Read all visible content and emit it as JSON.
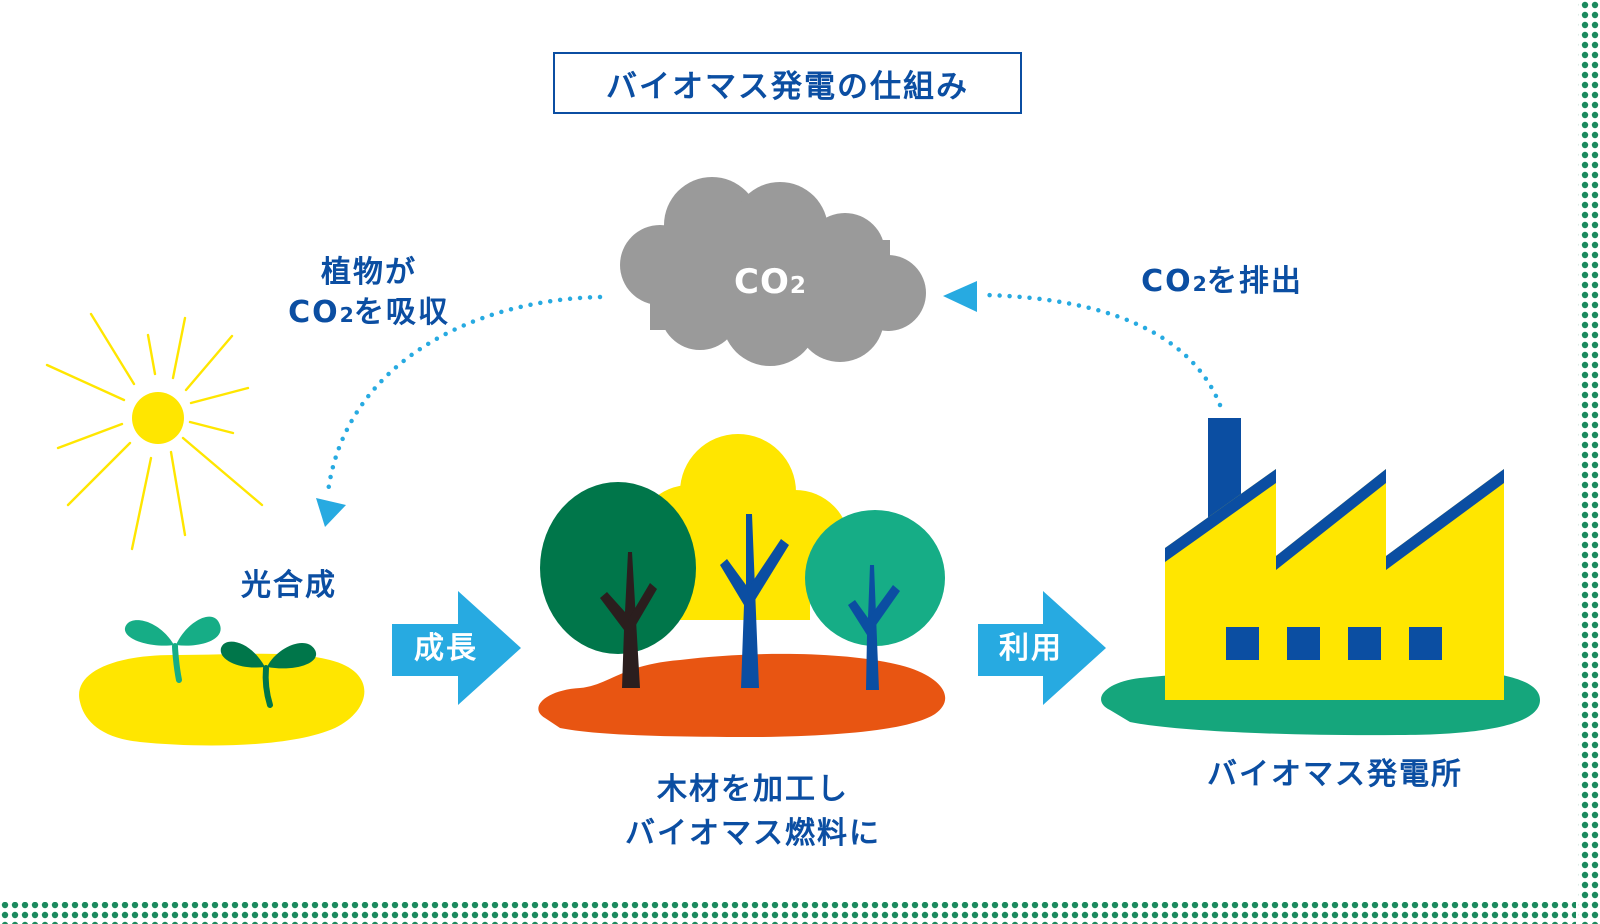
{
  "title": "バイオマス発電の仕組み",
  "cloud": {
    "label": "CO",
    "sub": "2"
  },
  "labels": {
    "absorb_line1": "植物が",
    "absorb_line2_pre": "CO",
    "absorb_line2_sub": "2",
    "absorb_line2_post": "を吸収",
    "emit_pre": "CO",
    "emit_sub": "2",
    "emit_post": "を排出",
    "photosynthesis": "光合成",
    "wood_line1": "木材を加工し",
    "wood_line2": "バイオマス燃料に",
    "plant": "バイオマス発電所"
  },
  "arrows": {
    "grow": "成長",
    "use": "利用"
  },
  "colors": {
    "text_blue": "#0b4ea2",
    "arrow_blue": "#27aae1",
    "cloud_gray": "#9a9a9a",
    "sun_yellow": "#ffe600",
    "ground_orange": "#e85512",
    "ground_green": "#15a67c",
    "tree_dark_green": "#00764a",
    "tree_teal": "#16ad86",
    "factory_yellow": "#ffe600",
    "factory_blue": "#0b4ea2",
    "frame_dots": "#1c8a5e"
  }
}
